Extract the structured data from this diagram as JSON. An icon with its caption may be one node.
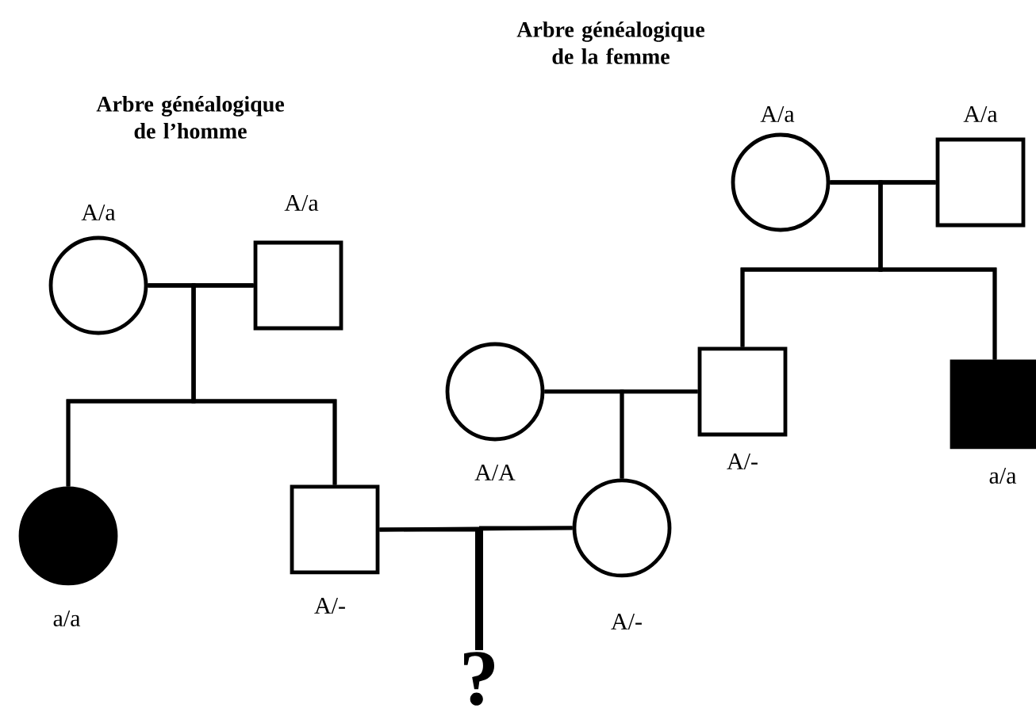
{
  "diagram": {
    "nodes": [
      {
        "text": [],
        "shape": "circle",
        "beside": [
          "A/a"
        ]
      },
      {
        "text": [],
        "shape": "box",
        "beside": [
          "A/a"
        ]
      },
      {
        "text": [],
        "shape": "filled-circle",
        "beside": [
          "a/a"
        ]
      },
      {
        "text": [],
        "shape": "box",
        "beside": [
          "A/-"
        ]
      },
      {
        "text": [],
        "shape": "circle",
        "beside": [
          "A/a"
        ]
      },
      {
        "text": [],
        "shape": "box",
        "beside": [
          "A/a"
        ]
      },
      {
        "text": [],
        "shape": "circle",
        "beside": [
          "A/A"
        ]
      },
      {
        "text": [],
        "shape": "box",
        "beside": [
          "A/-"
        ]
      },
      {
        "text": [],
        "shape": "filled-box",
        "beside": [
          "a/a"
        ]
      },
      {
        "text": [],
        "shape": "circle",
        "beside": [
          "A/-"
        ]
      },
      {
        "text": [
          "?"
        ]
      }
    ],
    "edges": [
      {
        "from": 0,
        "to": 1,
        "arrow": "none"
      },
      {
        "from": 0,
        "to": 2,
        "arrow": "none"
      },
      {
        "from": 1,
        "to": 2,
        "arrow": "none"
      },
      {
        "from": 0,
        "to": 3,
        "arrow": "none"
      },
      {
        "from": 1,
        "to": 3,
        "arrow": "none"
      },
      {
        "from": 4,
        "to": 5,
        "arrow": "none"
      },
      {
        "from": 4,
        "to": 7,
        "arrow": "none"
      },
      {
        "from": 5,
        "to": 7,
        "arrow": "none"
      },
      {
        "from": 4,
        "to": 8,
        "arrow": "none"
      },
      {
        "from": 5,
        "to": 8,
        "arrow": "none"
      },
      {
        "from": 6,
        "to": 7,
        "arrow": "none"
      },
      {
        "from": 6,
        "to": 9,
        "arrow": "none"
      },
      {
        "from": 7,
        "to": 9,
        "arrow": "none"
      },
      {
        "from": 3,
        "to": 9,
        "arrow": "none"
      },
      {
        "from": 3,
        "to": 10,
        "arrow": "none",
        "style": "thick"
      },
      {
        "from": 9,
        "to": 10,
        "arrow": "none",
        "style": "thick"
      }
    ],
    "labels": [
      "Arbre généalogique de la femme",
      "Arbre généalogique de l’homme"
    ]
  }
}
